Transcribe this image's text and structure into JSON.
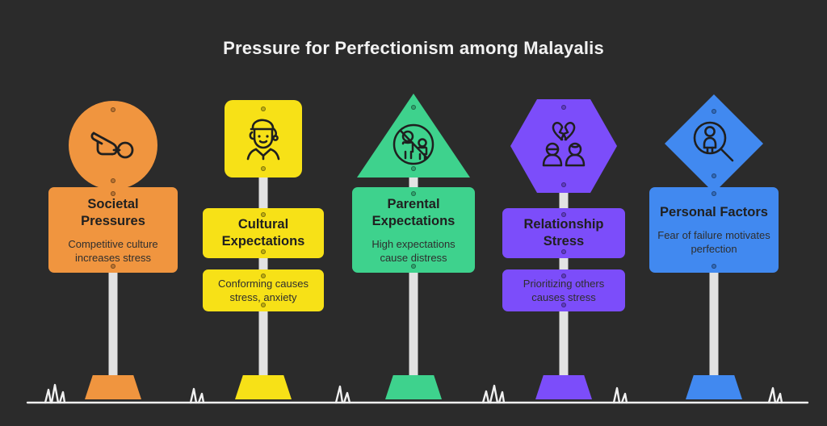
{
  "title": "Pressure for Perfectionism among Malayalis",
  "background_color": "#2b2b2b",
  "title_color": "#f2f2f2",
  "ground_color": "#f0f0f0",
  "pole_color": "#e2e2e2",
  "signs": [
    {
      "id": "societal-pressures",
      "title": "Societal Pressures",
      "description": "Competitive culture increases stress",
      "color": "#f0953f",
      "head_shape": "circle",
      "icon": "pointing-hand-icon",
      "panel_layout": "combined"
    },
    {
      "id": "cultural-expectations",
      "title": "Cultural Expectations",
      "description": "Conforming causes stress, anxiety",
      "color": "#f7e117",
      "head_shape": "rounded-square",
      "icon": "person-traditional-cap-icon",
      "panel_layout": "split"
    },
    {
      "id": "parental-expectations",
      "title": "Parental Expectations",
      "description": "High expectations cause distress",
      "color": "#3ed28d",
      "head_shape": "triangle",
      "icon": "no-family-prohibited-icon",
      "panel_layout": "combined"
    },
    {
      "id": "relationship-stress",
      "title": "Relationship Stress",
      "description": "Prioritizing others causes stress",
      "color": "#7c4dfa",
      "head_shape": "hexagon",
      "icon": "broken-heart-couple-icon",
      "panel_layout": "split"
    },
    {
      "id": "personal-factors",
      "title": "Personal Factors",
      "description": "Fear of failure motivates perfection",
      "color": "#4189f0",
      "head_shape": "diamond",
      "icon": "magnifier-person-icon",
      "panel_layout": "combined"
    }
  ]
}
